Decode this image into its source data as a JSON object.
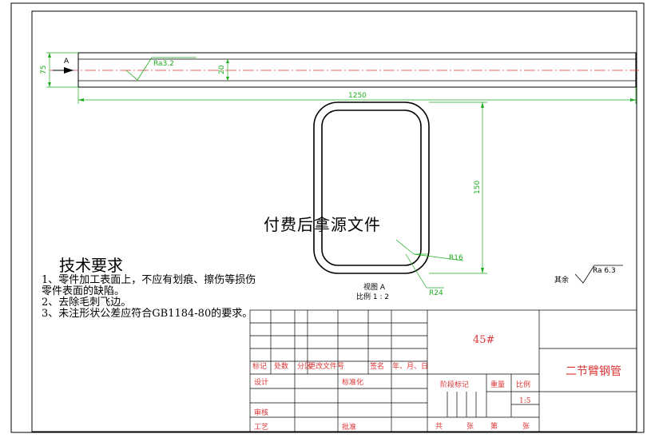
{
  "drawing": {
    "view_label": "A",
    "dims": {
      "length": "1250",
      "height": "75",
      "inner": "20",
      "section_height": "150",
      "r_inner": "R16",
      "r_outer": "R24"
    },
    "roughness_main": "Ra3.2",
    "roughness_rest": {
      "prefix": "其余",
      "value": "Ra 6.3"
    },
    "view_caption": {
      "line1": "视图 A",
      "line2": "比例 1 : 2"
    }
  },
  "watermark": "付费后拿源文件",
  "tech": {
    "title": "技术要求",
    "lines": [
      "1、零件加工表面上，不应有划痕、擦伤等损伤",
      "零件表面的缺陷。",
      "2、去除毛刺飞边。",
      "3、未注形状公差应符合GB1184-80的要求。"
    ]
  },
  "title_block": {
    "material": "45#",
    "part_name": "二节臂钢管",
    "headers": [
      "标记",
      "处数",
      "分区",
      "更改文件号",
      "签名",
      "年、月、日"
    ],
    "roles": {
      "design": "设计",
      "standard": "标准化",
      "check": "审核",
      "process": "工艺",
      "approve": "批准"
    },
    "stage_label": "阶段标记",
    "weight_label": "重量",
    "scale_label": "比例",
    "scale_value": "1:5",
    "sheet": {
      "total": "共",
      "unit1": "张",
      "nth": "第",
      "unit2": "张"
    }
  }
}
